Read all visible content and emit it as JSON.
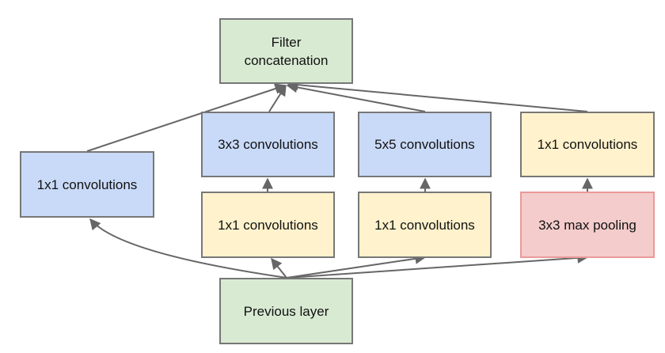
{
  "nodes": {
    "filter_concat": {
      "line1": "Filter",
      "line2": "concatenation"
    },
    "conv1x1_a": "1x1 convolutions",
    "conv3x3": "3x3 convolutions",
    "conv5x5": "5x5 convolutions",
    "conv1x1_d": "1x1 convolutions",
    "conv1x1_b": "1x1 convolutions",
    "conv1x1_c": "1x1 convolutions",
    "maxpool3x3": "3x3 max pooling",
    "previous_layer": "Previous layer"
  },
  "colors": {
    "green": "#d9ead3",
    "blue": "#c9daf8",
    "yellow": "#fff2cc",
    "red": "#f4cccc",
    "arrow": "#666666"
  },
  "edges": [
    {
      "from": "previous_layer",
      "to": "conv1x1_a"
    },
    {
      "from": "previous_layer",
      "to": "conv1x1_b"
    },
    {
      "from": "previous_layer",
      "to": "conv1x1_c"
    },
    {
      "from": "previous_layer",
      "to": "maxpool3x3"
    },
    {
      "from": "conv1x1_b",
      "to": "conv3x3"
    },
    {
      "from": "conv1x1_c",
      "to": "conv5x5"
    },
    {
      "from": "maxpool3x3",
      "to": "conv1x1_d"
    },
    {
      "from": "conv1x1_a",
      "to": "filter_concat"
    },
    {
      "from": "conv3x3",
      "to": "filter_concat"
    },
    {
      "from": "conv5x5",
      "to": "filter_concat"
    },
    {
      "from": "conv1x1_d",
      "to": "filter_concat"
    }
  ]
}
